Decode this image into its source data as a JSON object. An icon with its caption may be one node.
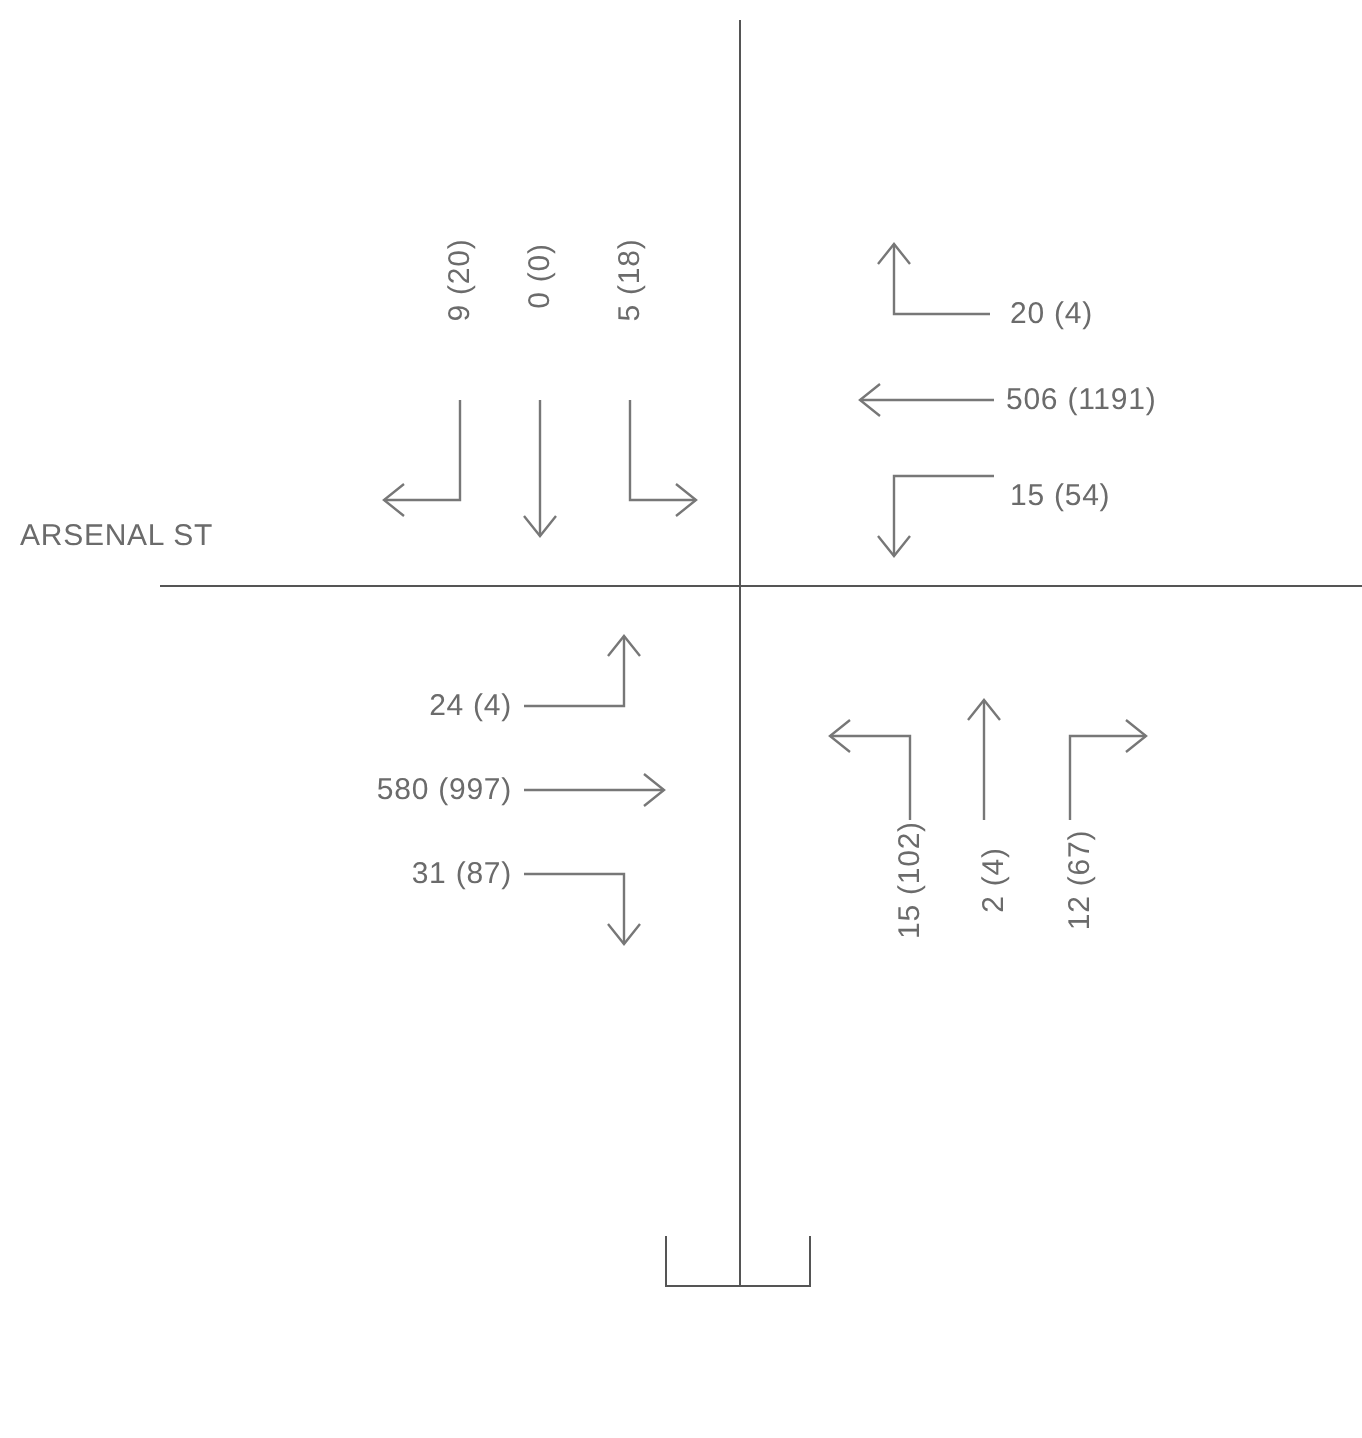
{
  "diagram": {
    "labels": [
      "9 (20)",
      "0 (0)",
      "5 (18)",
      "20 (4)",
      "506 (1191)",
      "15 (54)",
      "ARSENAL ST",
      "24 (4)",
      "580 (997)",
      "31 (87)",
      "15 (102)",
      "2 (4)",
      "12 (67)"
    ]
  }
}
